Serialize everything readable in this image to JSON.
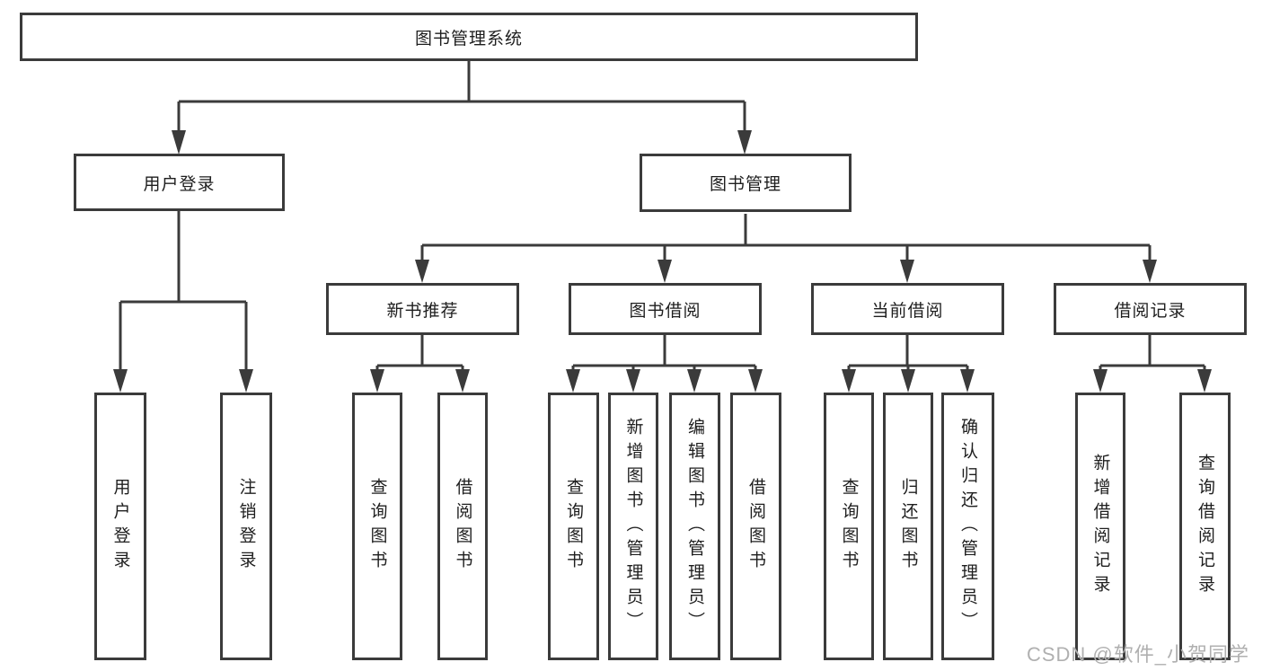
{
  "tree": {
    "root": {
      "label": "图书管理系统",
      "children": [
        {
          "label": "用户登录",
          "children": [
            {
              "label": "用户登录"
            },
            {
              "label": "注销登录"
            }
          ]
        },
        {
          "label": "图书管理",
          "children": [
            {
              "label": "新书推荐",
              "children": [
                {
                  "label": "查询图书"
                },
                {
                  "label": "借阅图书"
                }
              ]
            },
            {
              "label": "图书借阅",
              "children": [
                {
                  "label": "查询图书"
                },
                {
                  "label": "新增图书（管理员）"
                },
                {
                  "label": "编辑图书（管理员）"
                },
                {
                  "label": "借阅图书"
                }
              ]
            },
            {
              "label": "当前借阅",
              "children": [
                {
                  "label": "查询图书"
                },
                {
                  "label": "归还图书"
                },
                {
                  "label": "确认归还（管理员）"
                }
              ]
            },
            {
              "label": "借阅记录",
              "children": [
                {
                  "label": "新增借阅记录"
                },
                {
                  "label": "查询借阅记录"
                }
              ]
            }
          ]
        }
      ]
    }
  },
  "watermark": {
    "text": "CSDN @软件_小贺同学"
  },
  "colors": {
    "line": "#3b3b3b",
    "text": "#1e1e1e",
    "watermark": "#b0b0b0",
    "background": "#ffffff"
  }
}
